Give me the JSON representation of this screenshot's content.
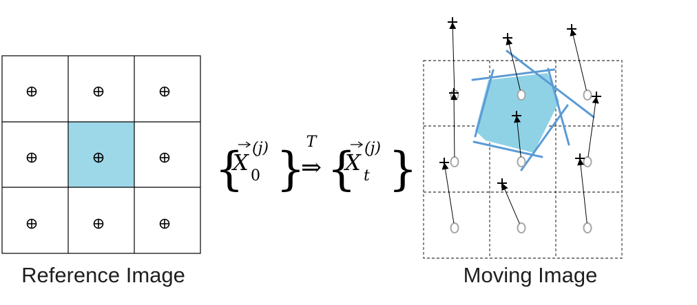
{
  "reference": {
    "caption": "Reference Image",
    "highlight_color": "#9dd8e8",
    "cell_marker_icon": "circle-plus-icon"
  },
  "moving": {
    "caption": "Moving Image",
    "original_marker_color": "#a6a6a6",
    "polygon_fill": "#8fd2e6",
    "polygon_stroke": "#5b9bd5",
    "displaced_marker_icon": "arrowhead-plus-icon"
  },
  "equation": {
    "left_brace": "{",
    "right_brace": "}",
    "vector_symbol": "X",
    "left_subscript": "0",
    "right_subscript": "t",
    "superscript": "(j)",
    "operator": "⇒",
    "operator_label": "T"
  }
}
